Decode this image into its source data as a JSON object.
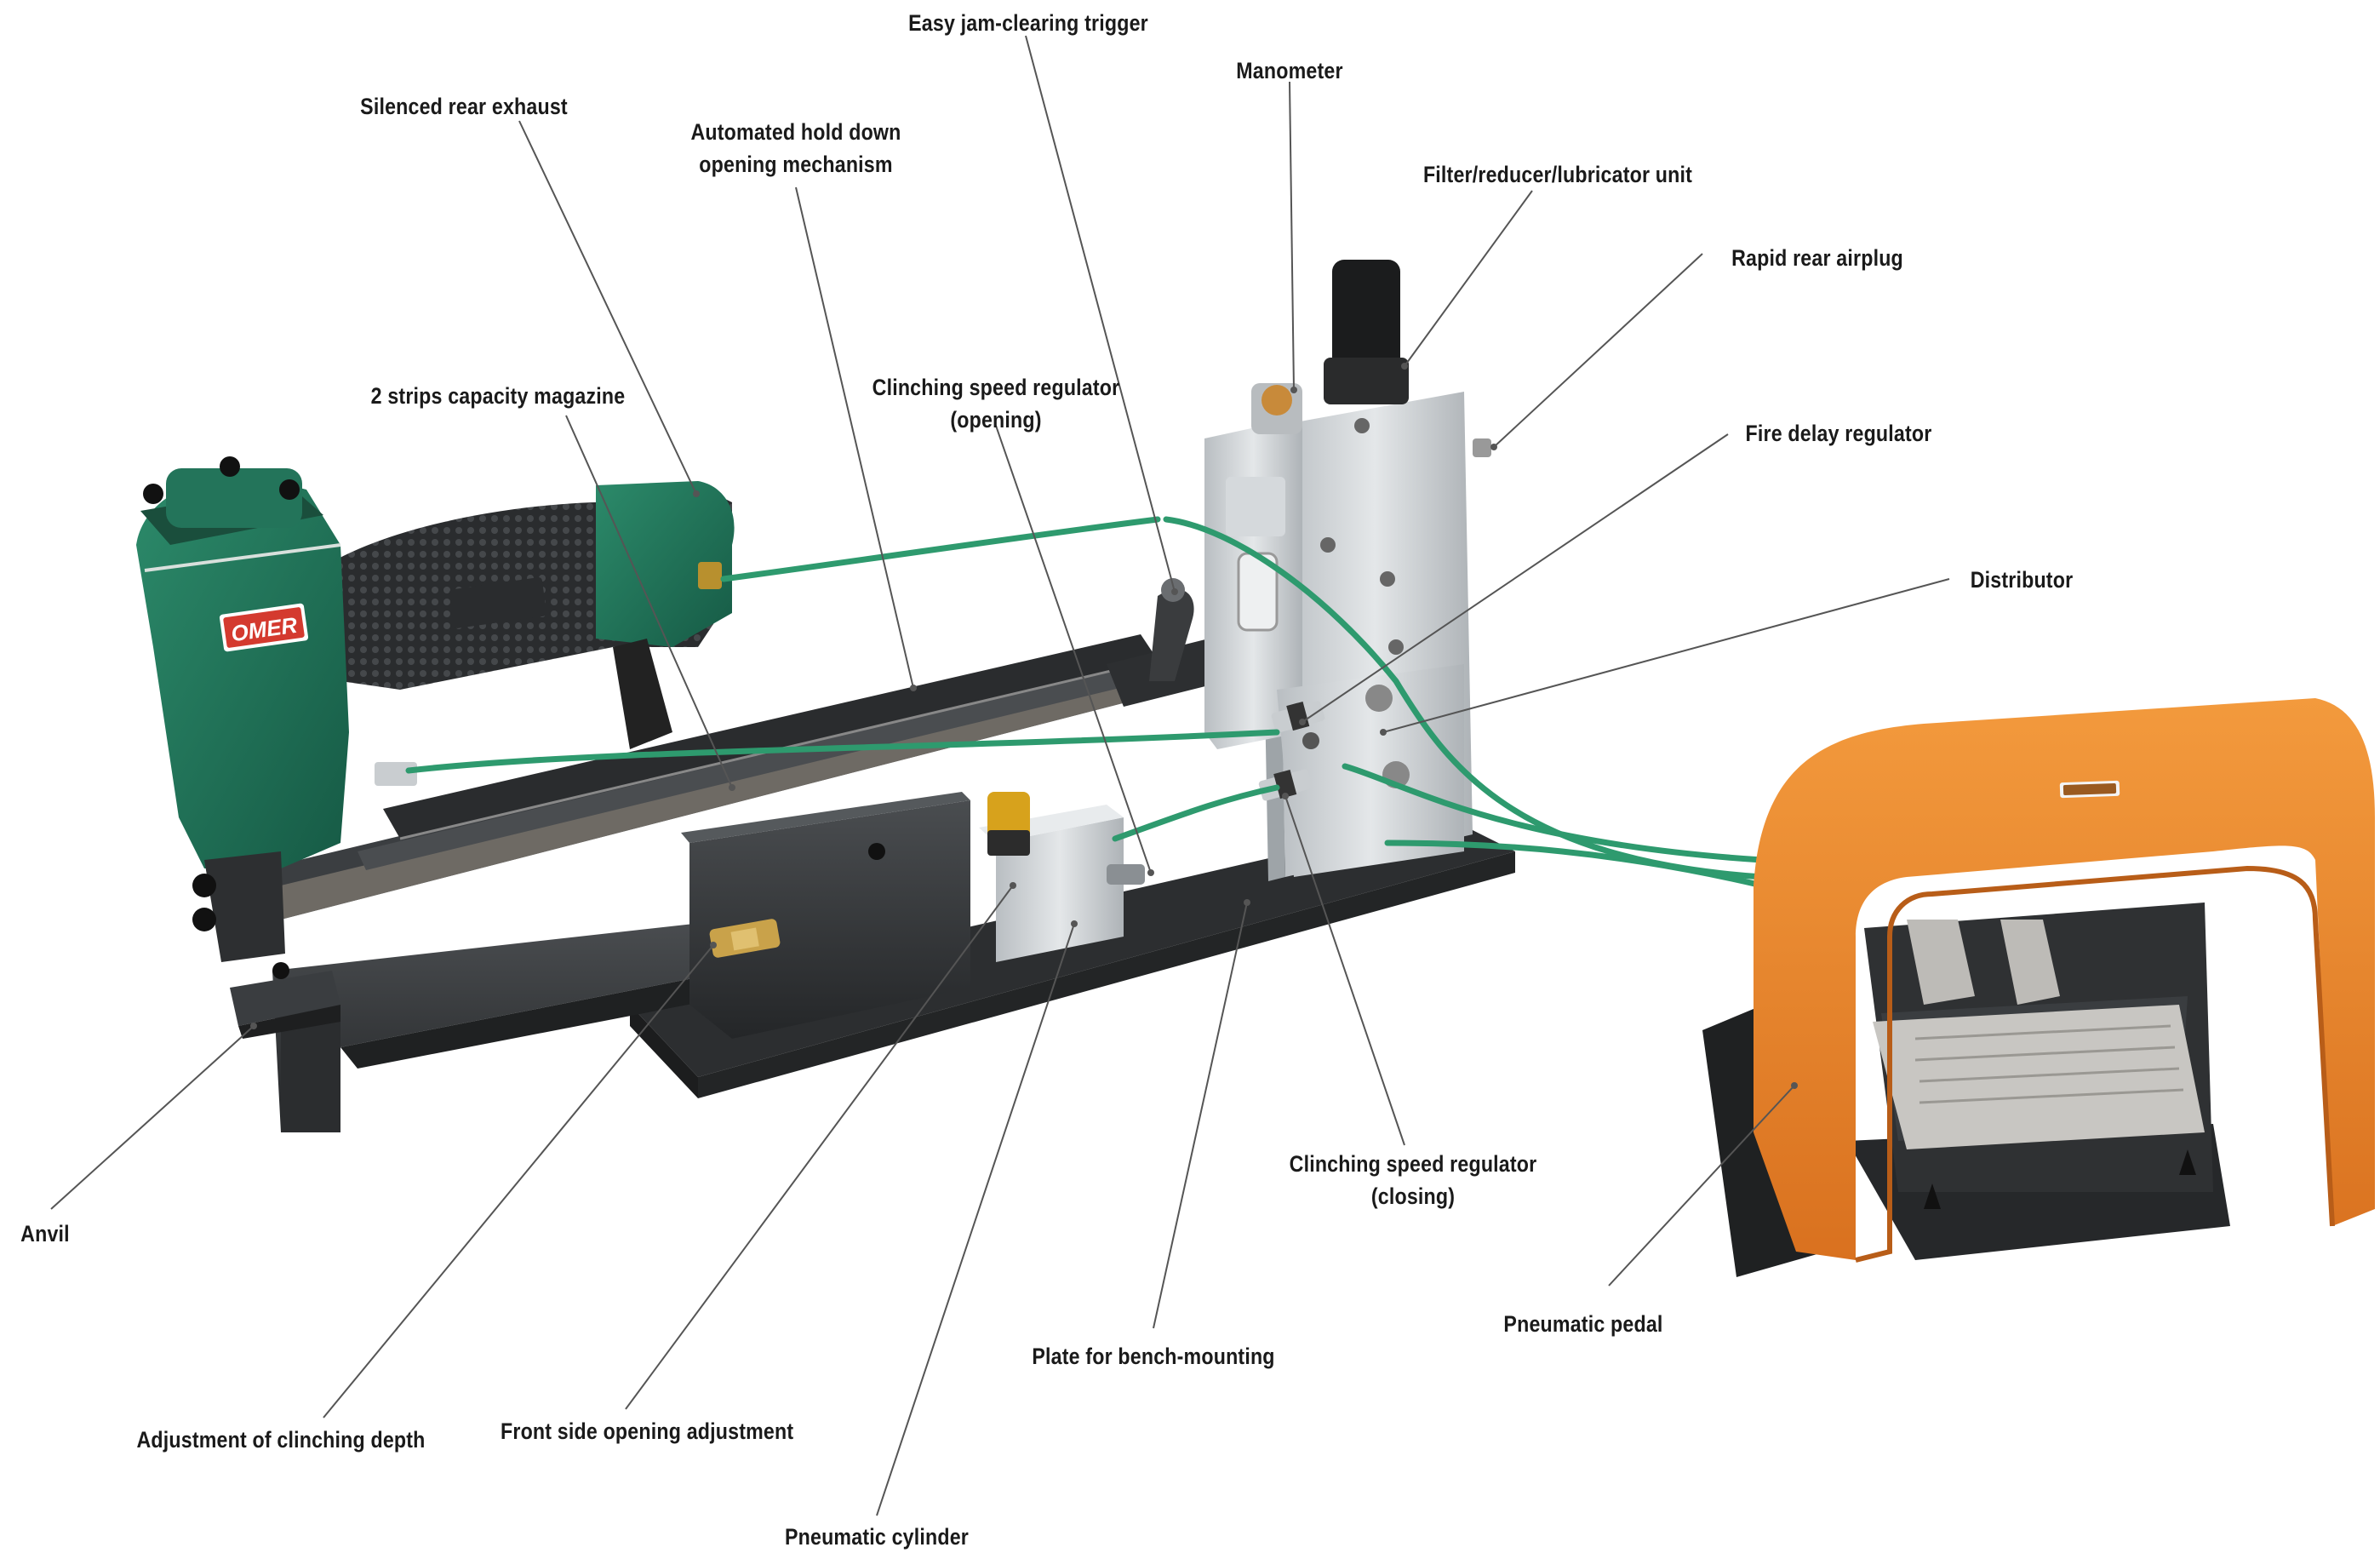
{
  "labels": {
    "jam_trigger": "Easy jam-clearing trigger",
    "manometer": "Manometer",
    "rear_exhaust": "Silenced rear exhaust",
    "hold_down_line1": "Automated hold down",
    "hold_down_line2": "opening mechanism",
    "frl_unit": "Filter/reducer/lubricator unit",
    "rapid_airplug": "Rapid rear airplug",
    "magazine": "2 strips capacity magazine",
    "speed_opening_line1": "Clinching speed regulator",
    "speed_opening_line2": "(opening)",
    "fire_delay": "Fire delay regulator",
    "distributor": "Distributor",
    "anvil": "Anvil",
    "speed_closing_line1": "Clinching speed regulator",
    "speed_closing_line2": "(closing)",
    "pedal": "Pneumatic pedal",
    "bench_plate": "Plate for bench-mounting",
    "clinching_depth": "Adjustment of clinching depth",
    "front_opening": "Front side opening adjustment",
    "cylinder": "Pneumatic cylinder"
  },
  "brand": {
    "logo": "OMER"
  },
  "colors": {
    "tool_green": "#1f6e55",
    "hose_green": "#2e9a6e",
    "pedal_orange": "#e8822a",
    "steel_dark": "#2f3133",
    "aluminium": "#cfd3d6",
    "label_text": "#1a1a1a",
    "leader_line": "#555555"
  }
}
